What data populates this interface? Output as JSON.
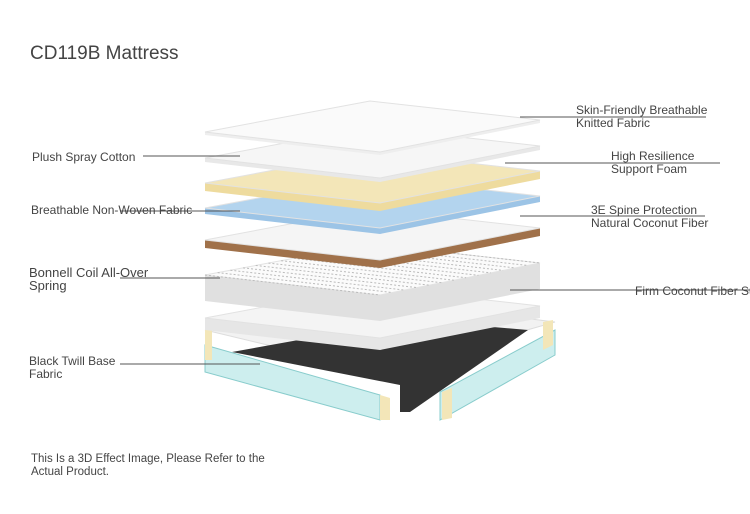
{
  "title": "CD119B Mattress",
  "labels": {
    "skin_friendly": [
      "Skin-Friendly Breathable",
      "Knitted Fabric"
    ],
    "plush": "Plush Spray Cotton",
    "high_resilience": [
      "High Resilience",
      "Support Foam"
    ],
    "non_woven": "Breathable Non-Woven Fabric",
    "spine": [
      "3E Spine Protection",
      "Natural Coconut Fiber"
    ],
    "bonnell": [
      "Bonnell Coil All-Over",
      "Spring"
    ],
    "firm_coconut": "Firm Coconut Fiber Su",
    "black_twill": [
      "Black Twill Base",
      "Fabric"
    ]
  },
  "note": [
    "This Is a 3D Effect Image, Please Refer to the",
    "Actual Product."
  ],
  "colors": {
    "foam": "#f3e6b8",
    "blue": "#b3d4ee",
    "coconut": "#a0714a",
    "base": "#333333",
    "side": "#cdeeee"
  }
}
